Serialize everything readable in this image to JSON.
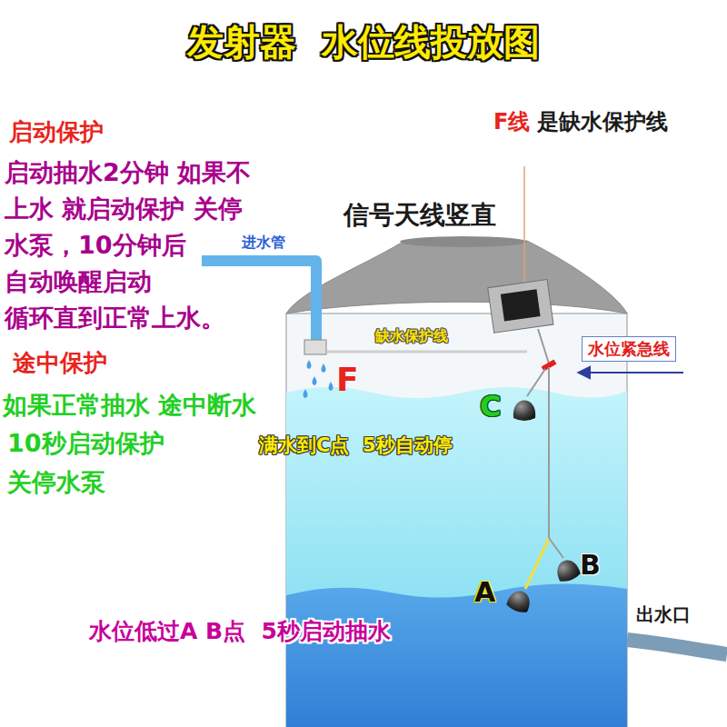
{
  "diagram": {
    "title": "发射器  水位线投放图",
    "nodes": [
      {
        "text": [
          "水位紧急线"
        ]
      }
    ],
    "labels": [
      "启动保护",
      "启动抽水2分钟 如果不 上水 就启动保护 关停 水泵，10分钟后 自动唤醒启动 循环直到正常上水。",
      "途中保护",
      "如果正常抽水 途中断水",
      "10秒启动保护",
      "关停水泵",
      "F线",
      "是缺水保护线",
      "信号天线竖直",
      "进水管",
      "缺水保护线",
      "F",
      "C",
      "满水到C点  5秒自动停",
      "B",
      "A",
      "水位低过A B点  5秒启动抽水",
      "出水口"
    ]
  }
}
